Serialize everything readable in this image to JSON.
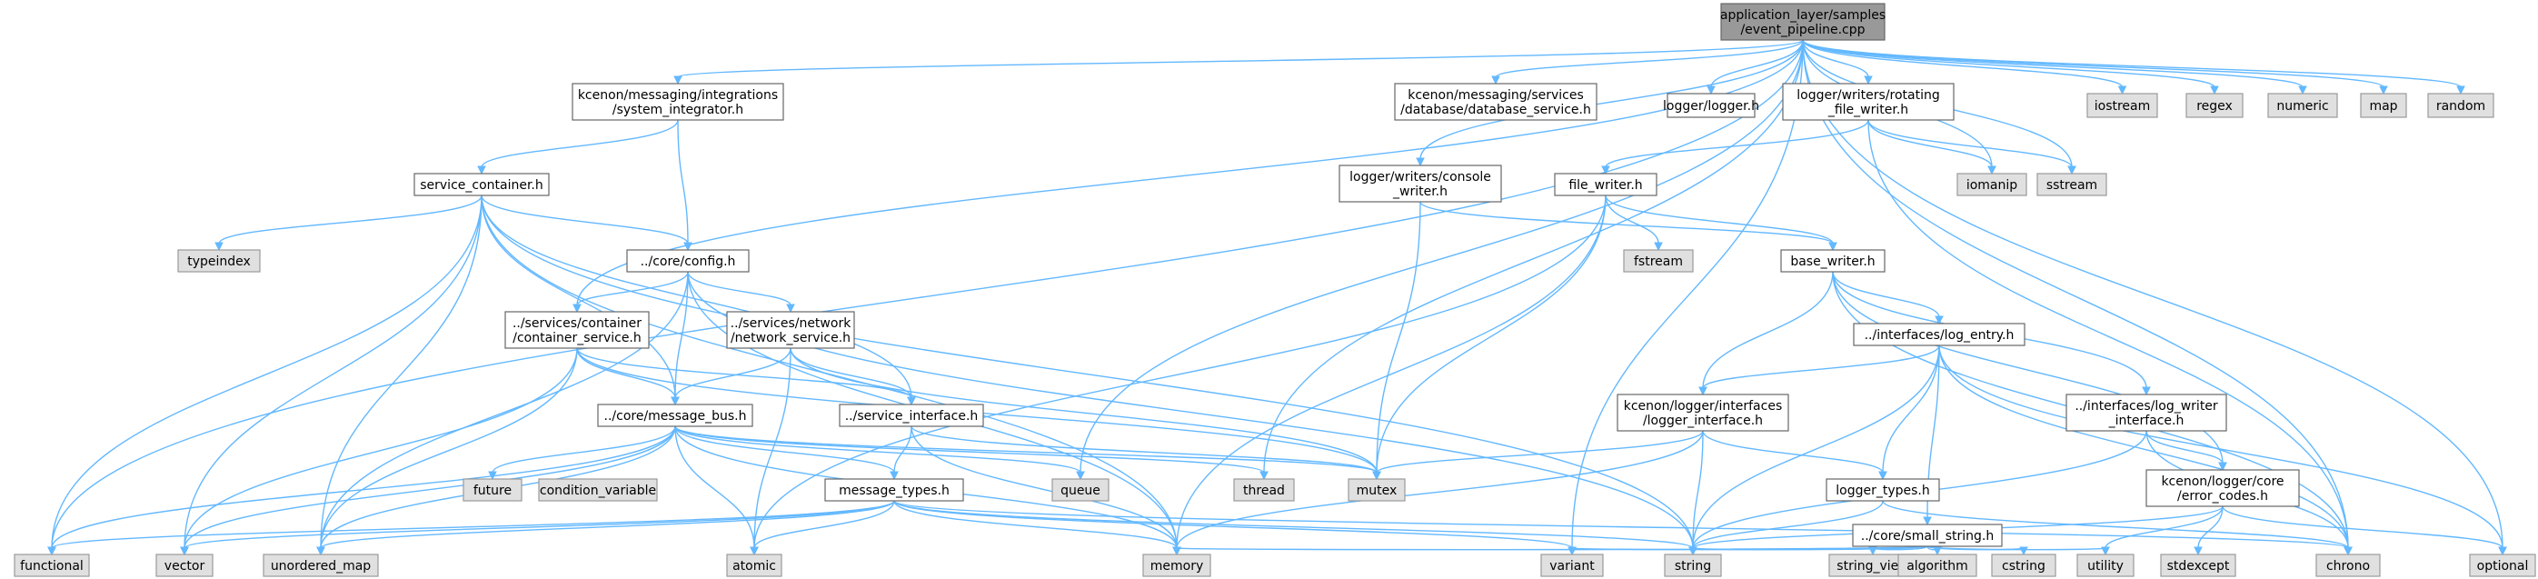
{
  "diagram": {
    "type": "include-dependency-graph",
    "root": "application_layer/samples/event_pipeline.cpp",
    "nodes": [
      {
        "id": "root",
        "lines": [
          "application_layer/samples",
          "/event_pipeline.cpp"
        ],
        "kind": "root"
      },
      {
        "id": "sysint",
        "lines": [
          "kcenon/messaging/integrations",
          "/system_integrator.h"
        ],
        "kind": "file"
      },
      {
        "id": "dbsvc",
        "lines": [
          "kcenon/messaging/services",
          "/database/database_service.h"
        ],
        "kind": "file"
      },
      {
        "id": "loggerh",
        "lines": [
          "logger/logger.h"
        ],
        "kind": "file"
      },
      {
        "id": "rotating",
        "lines": [
          "logger/writers/rotating",
          "_file_writer.h"
        ],
        "kind": "file"
      },
      {
        "id": "iostream",
        "lines": [
          "iostream"
        ],
        "kind": "system"
      },
      {
        "id": "regex",
        "lines": [
          "regex"
        ],
        "kind": "system"
      },
      {
        "id": "numeric",
        "lines": [
          "numeric"
        ],
        "kind": "system"
      },
      {
        "id": "map",
        "lines": [
          "map"
        ],
        "kind": "system"
      },
      {
        "id": "random",
        "lines": [
          "random"
        ],
        "kind": "system"
      },
      {
        "id": "svccont",
        "lines": [
          "service_container.h"
        ],
        "kind": "file"
      },
      {
        "id": "console",
        "lines": [
          "logger/writers/console",
          "_writer.h"
        ],
        "kind": "file"
      },
      {
        "id": "filewriter",
        "lines": [
          "file_writer.h"
        ],
        "kind": "file"
      },
      {
        "id": "iomanip",
        "lines": [
          "iomanip"
        ],
        "kind": "system"
      },
      {
        "id": "sstream",
        "lines": [
          "sstream"
        ],
        "kind": "system"
      },
      {
        "id": "typeindex",
        "lines": [
          "typeindex"
        ],
        "kind": "system"
      },
      {
        "id": "config",
        "lines": [
          "../core/config.h"
        ],
        "kind": "file"
      },
      {
        "id": "basewriter",
        "lines": [
          "base_writer.h"
        ],
        "kind": "file"
      },
      {
        "id": "fstream",
        "lines": [
          "fstream"
        ],
        "kind": "system"
      },
      {
        "id": "contsvc",
        "lines": [
          "../services/container",
          "/container_service.h"
        ],
        "kind": "file"
      },
      {
        "id": "netsvc",
        "lines": [
          "../services/network",
          "/network_service.h"
        ],
        "kind": "file"
      },
      {
        "id": "logentry",
        "lines": [
          "../interfaces/log_entry.h"
        ],
        "kind": "file"
      },
      {
        "id": "logiface",
        "lines": [
          "kcenon/logger/interfaces",
          "/logger_interface.h"
        ],
        "kind": "file"
      },
      {
        "id": "logwriteriface",
        "lines": [
          "../interfaces/log_writer",
          "_interface.h"
        ],
        "kind": "file"
      },
      {
        "id": "msgbus",
        "lines": [
          "../core/message_bus.h"
        ],
        "kind": "file"
      },
      {
        "id": "svciface",
        "lines": [
          "../service_interface.h"
        ],
        "kind": "file"
      },
      {
        "id": "future",
        "lines": [
          "future"
        ],
        "kind": "system"
      },
      {
        "id": "condvar",
        "lines": [
          "condition_variable"
        ],
        "kind": "system"
      },
      {
        "id": "queue",
        "lines": [
          "queue"
        ],
        "kind": "system"
      },
      {
        "id": "thread",
        "lines": [
          "thread"
        ],
        "kind": "system"
      },
      {
        "id": "mutex",
        "lines": [
          "mutex"
        ],
        "kind": "system"
      },
      {
        "id": "logtypes",
        "lines": [
          "logger_types.h"
        ],
        "kind": "file"
      },
      {
        "id": "errcodes",
        "lines": [
          "kcenon/logger/core",
          "/error_codes.h"
        ],
        "kind": "file"
      },
      {
        "id": "msgtypes",
        "lines": [
          "message_types.h"
        ],
        "kind": "file"
      },
      {
        "id": "smallstr",
        "lines": [
          "../core/small_string.h"
        ],
        "kind": "file"
      },
      {
        "id": "functional",
        "lines": [
          "functional"
        ],
        "kind": "system"
      },
      {
        "id": "vector",
        "lines": [
          "vector"
        ],
        "kind": "system"
      },
      {
        "id": "unordered_map",
        "lines": [
          "unordered_map"
        ],
        "kind": "system"
      },
      {
        "id": "atomic",
        "lines": [
          "atomic"
        ],
        "kind": "system"
      },
      {
        "id": "memory",
        "lines": [
          "memory"
        ],
        "kind": "system"
      },
      {
        "id": "variant",
        "lines": [
          "variant"
        ],
        "kind": "system"
      },
      {
        "id": "string",
        "lines": [
          "string"
        ],
        "kind": "system"
      },
      {
        "id": "string_view",
        "lines": [
          "string_view"
        ],
        "kind": "system"
      },
      {
        "id": "algorithm",
        "lines": [
          "algorithm"
        ],
        "kind": "system"
      },
      {
        "id": "cstring",
        "lines": [
          "cstring"
        ],
        "kind": "system"
      },
      {
        "id": "utility",
        "lines": [
          "utility"
        ],
        "kind": "system"
      },
      {
        "id": "stdexcept",
        "lines": [
          "stdexcept"
        ],
        "kind": "system"
      },
      {
        "id": "chrono",
        "lines": [
          "chrono"
        ],
        "kind": "system"
      },
      {
        "id": "optional",
        "lines": [
          "optional"
        ],
        "kind": "system"
      }
    ],
    "edges": [
      [
        "root",
        "sysint"
      ],
      [
        "root",
        "dbsvc"
      ],
      [
        "root",
        "loggerh"
      ],
      [
        "root",
        "rotating"
      ],
      [
        "root",
        "iostream"
      ],
      [
        "root",
        "regex"
      ],
      [
        "root",
        "numeric"
      ],
      [
        "root",
        "map"
      ],
      [
        "root",
        "random"
      ],
      [
        "root",
        "console"
      ],
      [
        "root",
        "iomanip"
      ],
      [
        "root",
        "sstream"
      ],
      [
        "root",
        "functional"
      ],
      [
        "root",
        "contsvc"
      ],
      [
        "root",
        "queue"
      ],
      [
        "root",
        "thread"
      ],
      [
        "root",
        "variant"
      ],
      [
        "root",
        "chrono"
      ],
      [
        "root",
        "optional"
      ],
      [
        "sysint",
        "svccont"
      ],
      [
        "sysint",
        "config"
      ],
      [
        "rotating",
        "filewriter"
      ],
      [
        "rotating",
        "iomanip"
      ],
      [
        "rotating",
        "sstream"
      ],
      [
        "rotating",
        "chrono"
      ],
      [
        "svccont",
        "typeindex"
      ],
      [
        "svccont",
        "config"
      ],
      [
        "svccont",
        "functional"
      ],
      [
        "svccont",
        "vector"
      ],
      [
        "svccont",
        "unordered_map"
      ],
      [
        "svccont",
        "msgbus"
      ],
      [
        "svccont",
        "svciface"
      ],
      [
        "svccont",
        "memory"
      ],
      [
        "svccont",
        "string"
      ],
      [
        "console",
        "basewriter"
      ],
      [
        "console",
        "mutex"
      ],
      [
        "filewriter",
        "basewriter"
      ],
      [
        "filewriter",
        "fstream"
      ],
      [
        "filewriter",
        "mutex"
      ],
      [
        "filewriter",
        "atomic"
      ],
      [
        "filewriter",
        "memory"
      ],
      [
        "config",
        "contsvc"
      ],
      [
        "config",
        "netsvc"
      ],
      [
        "config",
        "msgbus"
      ],
      [
        "config",
        "unordered_map"
      ],
      [
        "config",
        "string"
      ],
      [
        "config",
        "memory"
      ],
      [
        "basewriter",
        "logentry"
      ],
      [
        "basewriter",
        "logiface"
      ],
      [
        "basewriter",
        "logwriteriface"
      ],
      [
        "basewriter",
        "errcodes"
      ],
      [
        "basewriter",
        "chrono"
      ],
      [
        "contsvc",
        "msgbus"
      ],
      [
        "contsvc",
        "svciface"
      ],
      [
        "contsvc",
        "vector"
      ],
      [
        "contsvc",
        "unordered_map"
      ],
      [
        "contsvc",
        "mutex"
      ],
      [
        "netsvc",
        "msgbus"
      ],
      [
        "netsvc",
        "svciface"
      ],
      [
        "netsvc",
        "atomic"
      ],
      [
        "netsvc",
        "mutex"
      ],
      [
        "logentry",
        "logiface"
      ],
      [
        "logentry",
        "smallstr"
      ],
      [
        "logentry",
        "logtypes"
      ],
      [
        "logentry",
        "string"
      ],
      [
        "logentry",
        "chrono"
      ],
      [
        "logentry",
        "optional"
      ],
      [
        "logiface",
        "logtypes"
      ],
      [
        "logiface",
        "mutex"
      ],
      [
        "logiface",
        "memory"
      ],
      [
        "logiface",
        "string"
      ],
      [
        "logwriteriface",
        "errcodes"
      ],
      [
        "logwriteriface",
        "string"
      ],
      [
        "logwriteriface",
        "chrono"
      ],
      [
        "msgbus",
        "msgtypes"
      ],
      [
        "msgbus",
        "future"
      ],
      [
        "msgbus",
        "condition_variable"
      ],
      [
        "msgbus",
        "queue"
      ],
      [
        "msgbus",
        "thread"
      ],
      [
        "msgbus",
        "mutex"
      ],
      [
        "msgbus",
        "vector"
      ],
      [
        "msgbus",
        "unordered_map"
      ],
      [
        "msgbus",
        "atomic"
      ],
      [
        "msgbus",
        "memory"
      ],
      [
        "msgbus",
        "functional"
      ],
      [
        "svciface",
        "msgtypes"
      ],
      [
        "svciface",
        "mutex"
      ],
      [
        "svciface",
        "memory"
      ],
      [
        "logtypes",
        "string"
      ],
      [
        "logtypes",
        "chrono"
      ],
      [
        "errcodes",
        "utility"
      ],
      [
        "errcodes",
        "stdexcept"
      ],
      [
        "errcodes",
        "string"
      ],
      [
        "errcodes",
        "optional"
      ],
      [
        "msgtypes",
        "functional"
      ],
      [
        "msgtypes",
        "vector"
      ],
      [
        "msgtypes",
        "unordered_map"
      ],
      [
        "msgtypes",
        "atomic"
      ],
      [
        "msgtypes",
        "memory"
      ],
      [
        "msgtypes",
        "variant"
      ],
      [
        "msgtypes",
        "string"
      ],
      [
        "msgtypes",
        "chrono"
      ],
      [
        "smallstr",
        "memory"
      ],
      [
        "smallstr",
        "string"
      ],
      [
        "smallstr",
        "string_view"
      ],
      [
        "smallstr",
        "algorithm"
      ],
      [
        "smallstr",
        "cstring"
      ],
      [
        "smallstr",
        "utility"
      ],
      [
        "smallstr",
        "variant"
      ]
    ]
  },
  "colors": {
    "edge": "#63b8ff",
    "file_fill": "#ffffff",
    "file_stroke": "#666666",
    "system_fill": "#e0e0e0",
    "system_stroke": "#999999",
    "root_fill": "#999999"
  }
}
